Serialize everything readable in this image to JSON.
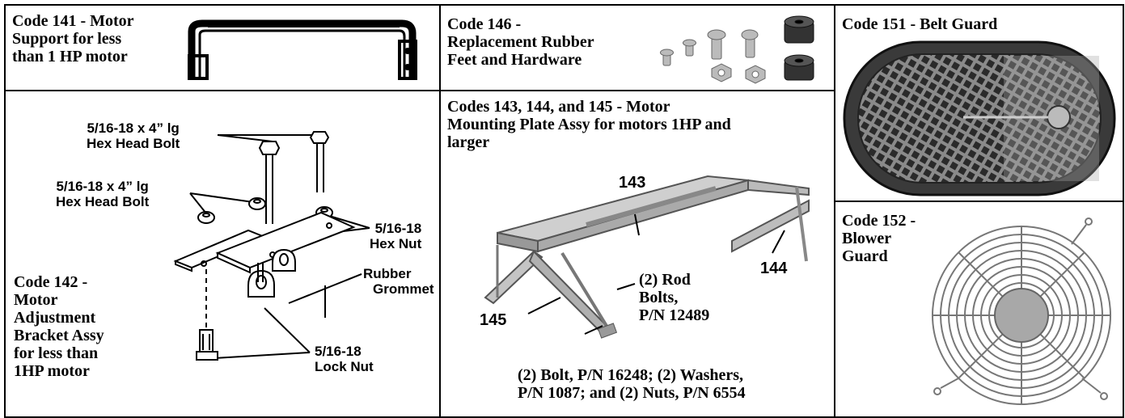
{
  "code141": {
    "title_lines": [
      "Code 141 - Motor",
      "Support for less",
      "than 1 HP motor"
    ]
  },
  "code146": {
    "title_lines": [
      "Code 146 -",
      "Replacement Rubber",
      "Feet and Hardware"
    ]
  },
  "code151": {
    "title": "Code 151 - Belt Guard"
  },
  "code142": {
    "title_lines": [
      "Code 142 -",
      "Motor",
      "Adjustment",
      "Bracket Assy",
      "for less than",
      "1HP motor"
    ],
    "labels": {
      "bolt_a": [
        "5/16-18 x 4” lg",
        "Hex Head Bolt"
      ],
      "bolt_b": [
        "5/16-18 x 4” lg",
        "Hex Head Bolt"
      ],
      "hex_nut": [
        "5/16-18",
        "Hex Nut"
      ],
      "grommet": [
        "Rubber",
        "Grommet"
      ],
      "lock_nut": [
        "5/16-18",
        "Lock Nut"
      ]
    }
  },
  "code143": {
    "title_lines": [
      "Codes 143, 144, and 145 - Motor",
      "Mounting Plate Assy for motors 1HP and",
      "larger"
    ],
    "part_143": "143",
    "part_144": "144",
    "part_145": "145",
    "rod_bolts": [
      "(2) Rod",
      "Bolts,",
      "P/N 12489"
    ],
    "hardware": [
      "(2) Bolt, P/N 16248; (2) Washers,",
      "P/N 1087; and (2) Nuts, P/N 6554"
    ]
  },
  "code152": {
    "title_lines": [
      "Code 152 -",
      "Blower",
      "Guard"
    ]
  }
}
